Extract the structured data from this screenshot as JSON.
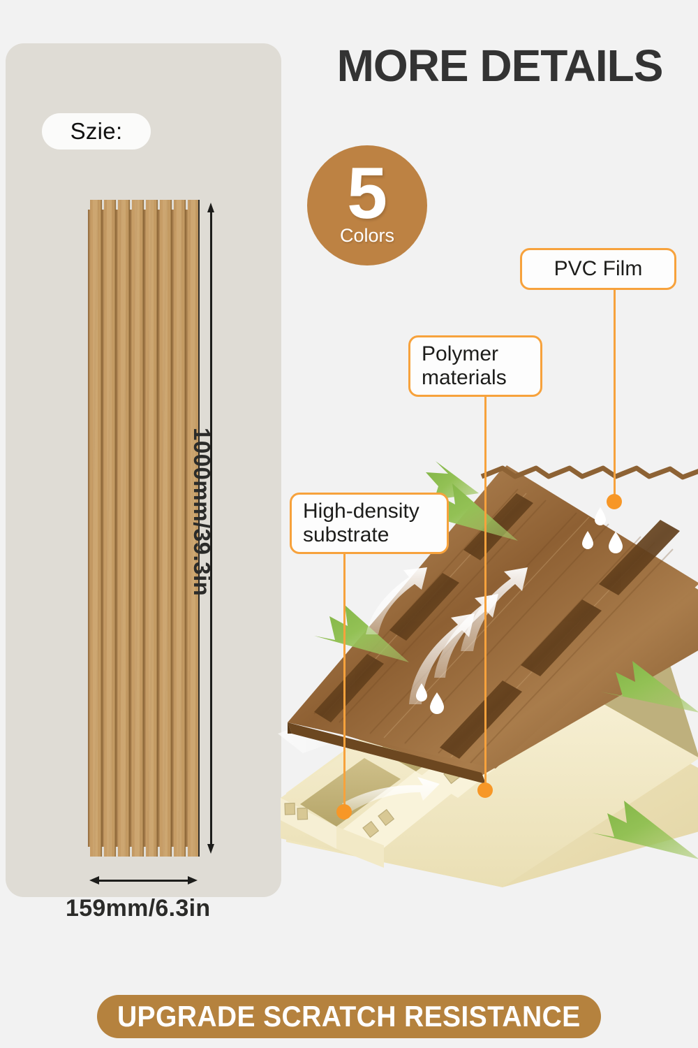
{
  "page": {
    "background_color": "#F2F2F2",
    "heading": "MORE DETAILS",
    "heading_color": "#333333"
  },
  "size_panel": {
    "panel_color": "#DFDCD5",
    "pill_label": "Szie:",
    "product_image_name": "fluted-wood-slat-panel",
    "dimensions": {
      "height_label": "1000mm/39.3in",
      "width_label": "159mm/6.3in",
      "height_mm": 1000,
      "height_in": 39.3,
      "width_mm": 159,
      "width_in": 6.3
    }
  },
  "colors_badge": {
    "count": "5",
    "caption": "Colors",
    "color": "#BD8243"
  },
  "callouts": [
    {
      "id": "pvc-film",
      "label": "PVC Film"
    },
    {
      "id": "polymer-materials",
      "label": "Polymer\nmaterials"
    },
    {
      "id": "high-density-substrate",
      "label": "High-density\nsubstrate"
    }
  ],
  "callout_style": {
    "border_color": "#F7A23C",
    "fill_color": "#FDFDFD",
    "text_color": "#1D1D1B",
    "dot_color": "#F79727"
  },
  "illustration": {
    "name": "exploded-wall-panel-cutaway",
    "top_layer": "walnut-wood-grain-fluted-surface",
    "bottom_layer": "beige-hollow-chamber-substrate",
    "green_arrow_color": "#8FBE55",
    "green_arrow_count": 3,
    "water_droplet_count": 5,
    "airflow_arrow_count": 5
  },
  "banner": {
    "label": "UPGRADE SCRATCH RESISTANCE",
    "background_color": "#B5823E",
    "text_color": "#FFFFFF"
  }
}
